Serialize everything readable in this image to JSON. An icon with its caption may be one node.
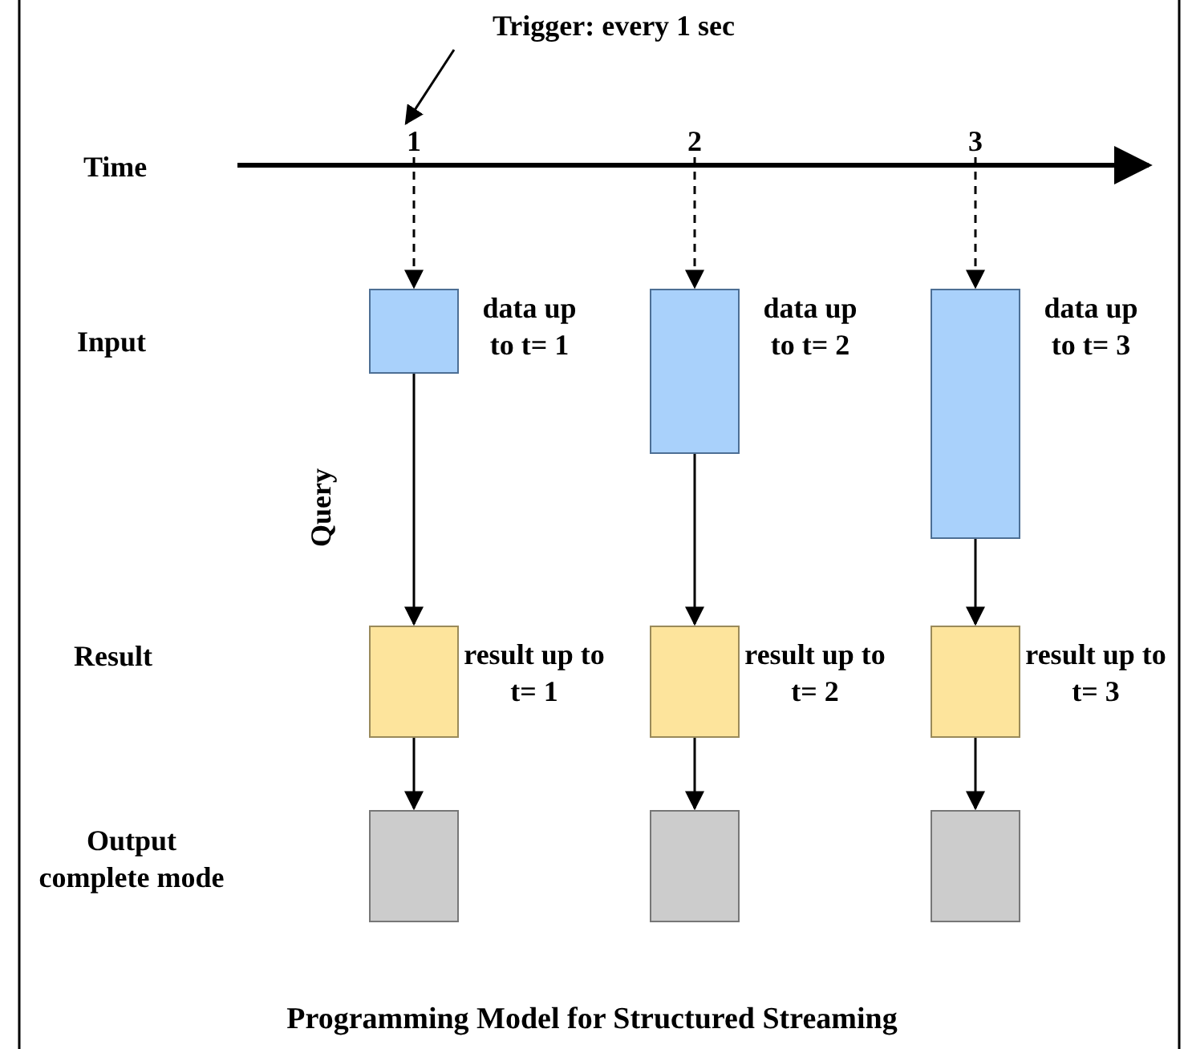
{
  "diagram": {
    "caption": "Programming Model for Structured Streaming",
    "nodes": [
      {
        "text": [
          "Trigger: every 1 sec"
        ]
      },
      {
        "text": [
          "1"
        ]
      },
      {
        "text": [
          "2"
        ]
      },
      {
        "text": [
          "3"
        ]
      },
      {
        "text": [],
        "shape": "box",
        "beside": [
          "data up to t= 1"
        ]
      },
      {
        "text": [],
        "shape": "box",
        "beside": [
          "data up to t= 2"
        ]
      },
      {
        "text": [],
        "shape": "box",
        "beside": [
          "data up to t= 3"
        ]
      },
      {
        "text": [],
        "shape": "box",
        "beside": [
          "result up to t= 1"
        ]
      },
      {
        "text": [],
        "shape": "box",
        "beside": [
          "result up to t= 2"
        ]
      },
      {
        "text": [],
        "shape": "box",
        "beside": [
          "result up to t= 3"
        ]
      },
      {
        "text": [],
        "shape": "box"
      },
      {
        "text": [],
        "shape": "box"
      },
      {
        "text": [],
        "shape": "box"
      }
    ],
    "edges": [
      {
        "from": 0,
        "to": 1,
        "arrow": "to"
      },
      {
        "from": 1,
        "to": 4,
        "arrow": "to",
        "style": "dashed"
      },
      {
        "from": 2,
        "to": 5,
        "arrow": "to",
        "style": "dashed"
      },
      {
        "from": 3,
        "to": 6,
        "arrow": "to",
        "style": "dashed"
      },
      {
        "from": 4,
        "to": 7,
        "arrow": "to"
      },
      {
        "from": 5,
        "to": 8,
        "arrow": "to"
      },
      {
        "from": 6,
        "to": 9,
        "arrow": "to"
      },
      {
        "from": 7,
        "to": 10,
        "arrow": "to"
      },
      {
        "from": 8,
        "to": 11,
        "arrow": "to"
      },
      {
        "from": 9,
        "to": 12,
        "arrow": "to"
      }
    ],
    "labels": [
      "Time",
      "Input",
      "Query",
      "Result",
      "Output complete mode"
    ]
  }
}
